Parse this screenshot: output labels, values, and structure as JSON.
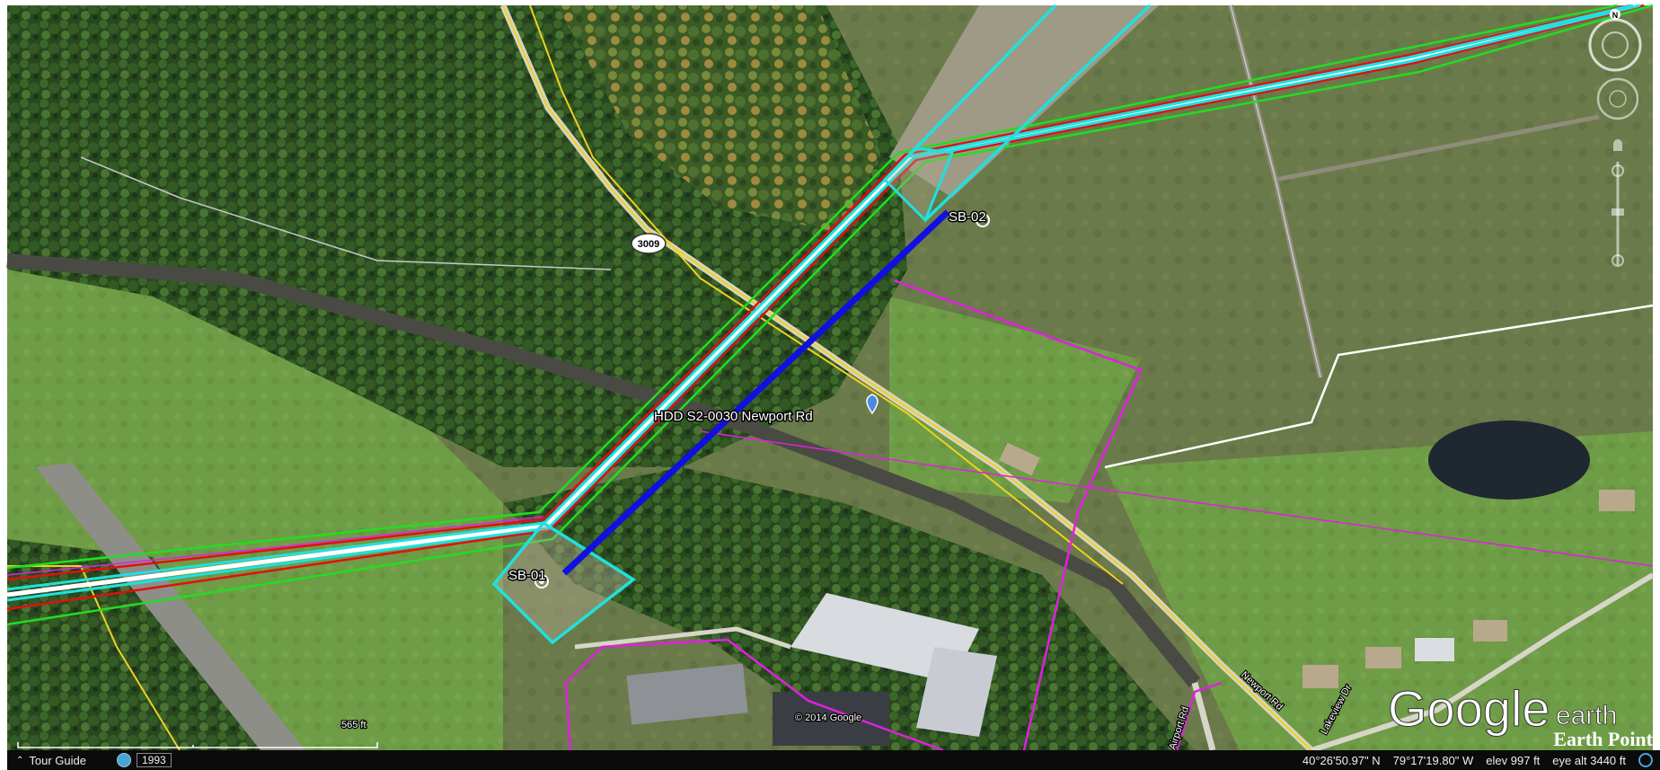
{
  "placemarks": {
    "hdd_label": "HDD S2-0030 Newport Rd",
    "sb01_label": "SB-01",
    "sb02_label": "SB-02"
  },
  "road_labels": {
    "route_shield": "3009",
    "newport_rd": "Newport Rd",
    "lakeview_dr": "Lakeview Dr",
    "airport_rd": "Airport Rd"
  },
  "scale_bar": {
    "label": "565 ft"
  },
  "copyright": "© 2014 Google",
  "logo": {
    "google": "Google",
    "earth": "earth",
    "earth_point": "Earth Point"
  },
  "compass": {
    "north": "N"
  },
  "bottom_bar": {
    "tour_guide": "Tour Guide",
    "historical_year": "1993",
    "latitude": "40°26'50.97\" N",
    "longitude": "79°17'19.80\" W",
    "elev_label": "elev",
    "elev_value": "997 ft",
    "eye_alt_label": "eye alt",
    "eye_alt_value": "3440 ft"
  },
  "colors": {
    "corridor_green": "#22dd22",
    "corridor_red": "#e01010",
    "corridor_white": "#ffffff",
    "workspace_cyan": "#20e0e0",
    "hdd_path_blue": "#1010e0",
    "parcel_magenta": "#e020e0",
    "road_yellow": "#f0d020"
  }
}
